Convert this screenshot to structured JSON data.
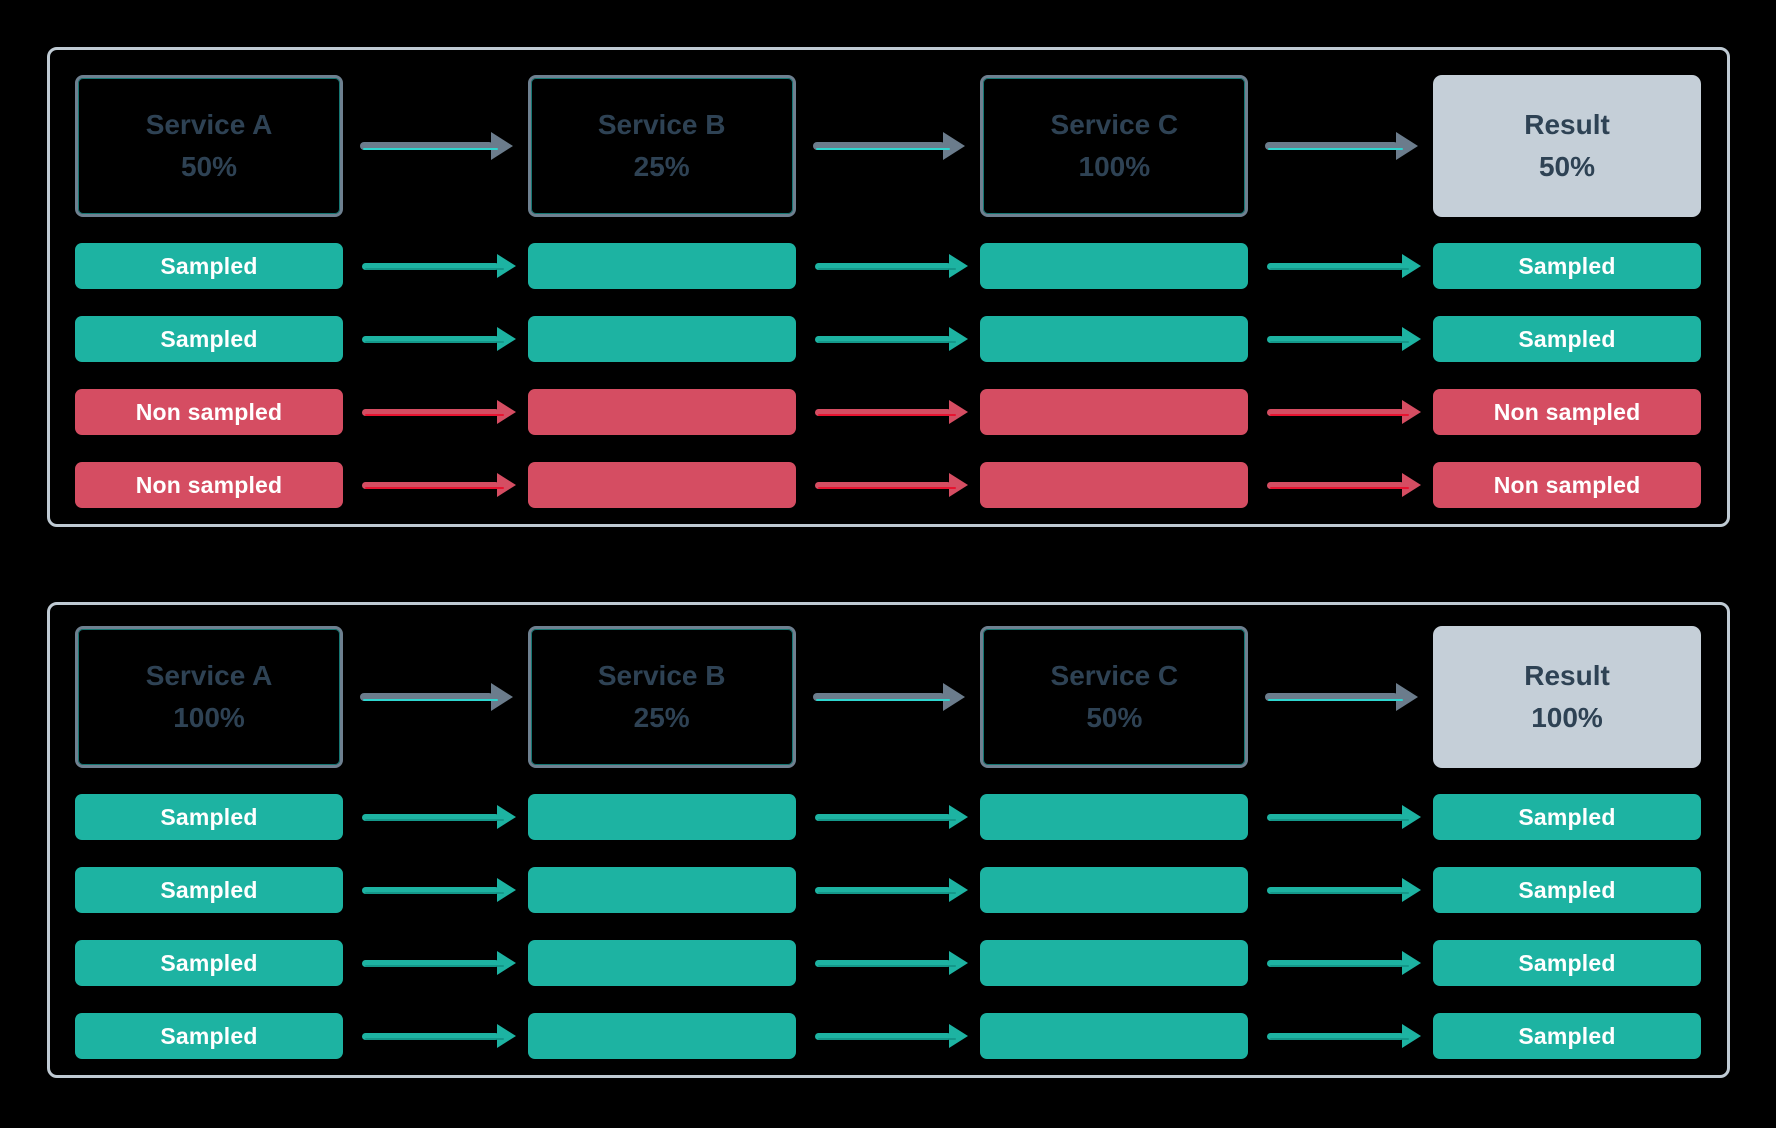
{
  "colors": {
    "background": "#000000",
    "panel_border": "#bfcad3",
    "service_box_border": "#6e8090",
    "service_box_accent": "#2fd6d0",
    "service_text": "#2e4254",
    "result_box_bg": "#c5cfd8",
    "sampled": "#1db3a2",
    "non_sampled": "#d54d62",
    "non_sampled_accent": "#e81330",
    "arrow_gray": "#6b7c8c",
    "arrow_gray_accent": "#2fd6d0",
    "pill_text": "#ffffff"
  },
  "panels": [
    {
      "services": [
        {
          "name": "Service A",
          "rate": "50%"
        },
        {
          "name": "Service B",
          "name2": "",
          "rate": "25%"
        },
        {
          "name": "Service C",
          "rate": "100%"
        }
      ],
      "result": {
        "name": "Result",
        "rate": "50%"
      },
      "rows": [
        {
          "status": "sampled",
          "label_left": "Sampled",
          "label_right": "Sampled"
        },
        {
          "status": "sampled",
          "label_left": "Sampled",
          "label_right": "Sampled"
        },
        {
          "status": "non-sampled",
          "label_left": "Non sampled",
          "label_right": "Non sampled"
        },
        {
          "status": "non-sampled",
          "label_left": "Non sampled",
          "label_right": "Non sampled"
        }
      ]
    },
    {
      "services": [
        {
          "name": "Service A",
          "rate": "100%"
        },
        {
          "name": "Service B",
          "rate": "25%"
        },
        {
          "name": "Service C",
          "rate": "50%"
        }
      ],
      "result": {
        "name": "Result",
        "rate": "100%"
      },
      "rows": [
        {
          "status": "sampled",
          "label_left": "Sampled",
          "label_right": "Sampled"
        },
        {
          "status": "sampled",
          "label_left": "Sampled",
          "label_right": "Sampled"
        },
        {
          "status": "sampled",
          "label_left": "Sampled",
          "label_right": "Sampled"
        },
        {
          "status": "sampled",
          "label_left": "Sampled",
          "label_right": "Sampled"
        }
      ]
    }
  ]
}
